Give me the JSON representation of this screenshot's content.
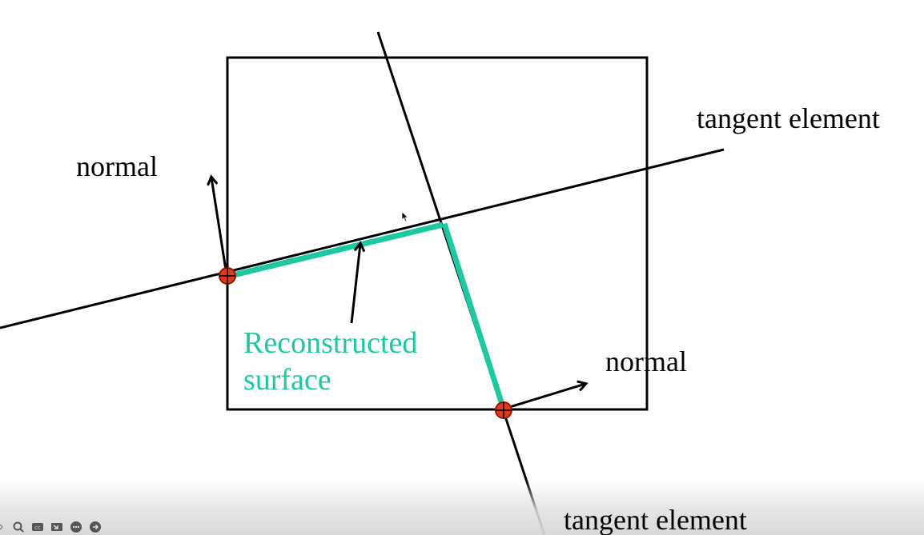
{
  "labels": {
    "normal_left": "normal",
    "normal_right": "normal",
    "tangent_top": "tangent element",
    "tangent_bottom": "tangent element",
    "reconstructed_line1": "Reconstructed",
    "reconstructed_line2": "surface"
  },
  "colors": {
    "surface": "#1ec8a0",
    "line": "#000000",
    "point_fill": "#e03a1e",
    "point_stroke": "#8a1a0a"
  },
  "player_controls": [
    {
      "icon": "settings-icon"
    },
    {
      "icon": "search-icon"
    },
    {
      "icon": "captions-icon"
    },
    {
      "icon": "pip-icon"
    },
    {
      "icon": "more-icon"
    },
    {
      "icon": "share-icon"
    }
  ]
}
